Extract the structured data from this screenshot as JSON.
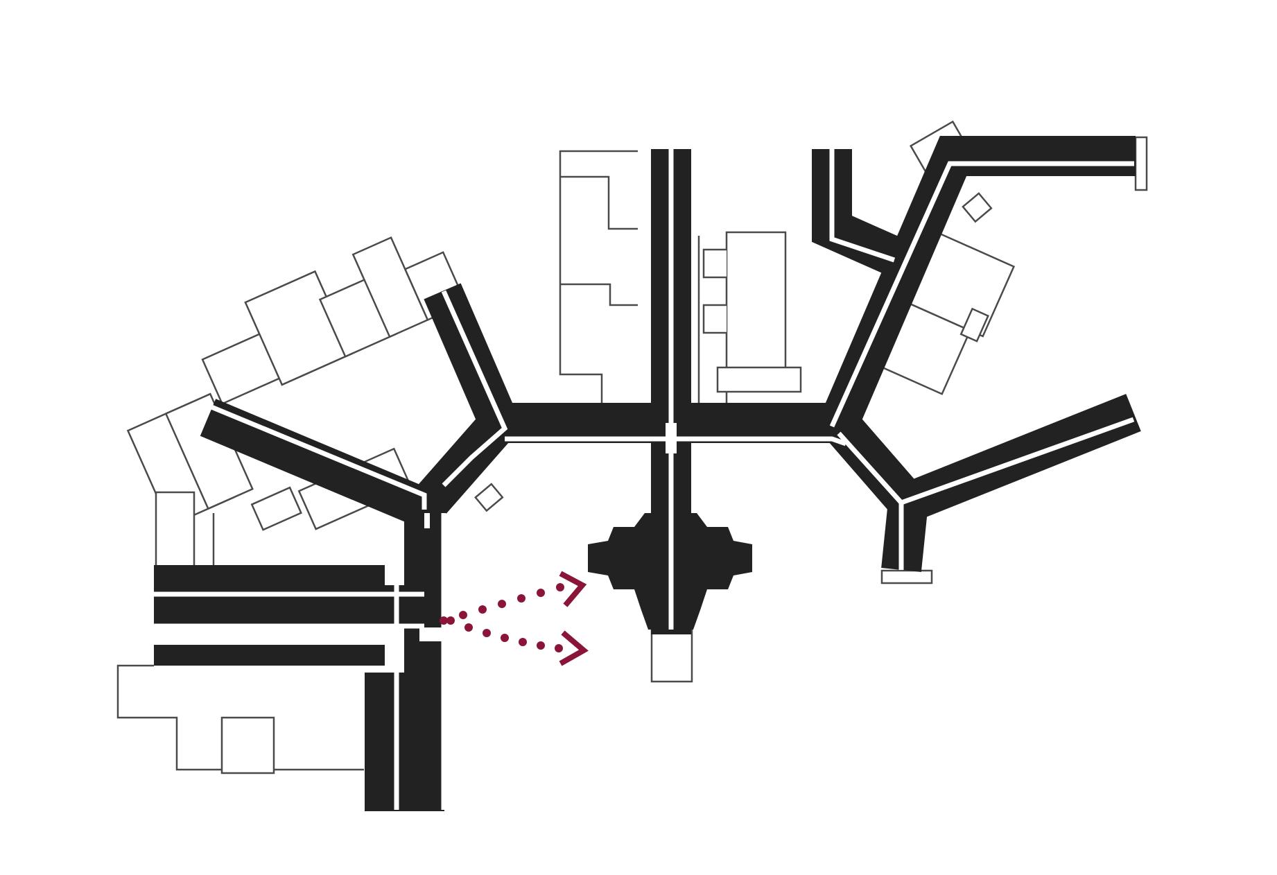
{
  "diagram": {
    "type": "building-circulation-plan",
    "colors": {
      "background": "#ffffff",
      "corridor": "#222222",
      "corridor_centerline": "#ffffff",
      "room_outline": "#4a4a4a",
      "flow_arrows": "#8b1538"
    },
    "elements": {
      "corridor_wings": 6,
      "central_hub": "cross-shaped",
      "flow_arrows": 2,
      "arrow_direction": "toward-central-hub"
    }
  }
}
